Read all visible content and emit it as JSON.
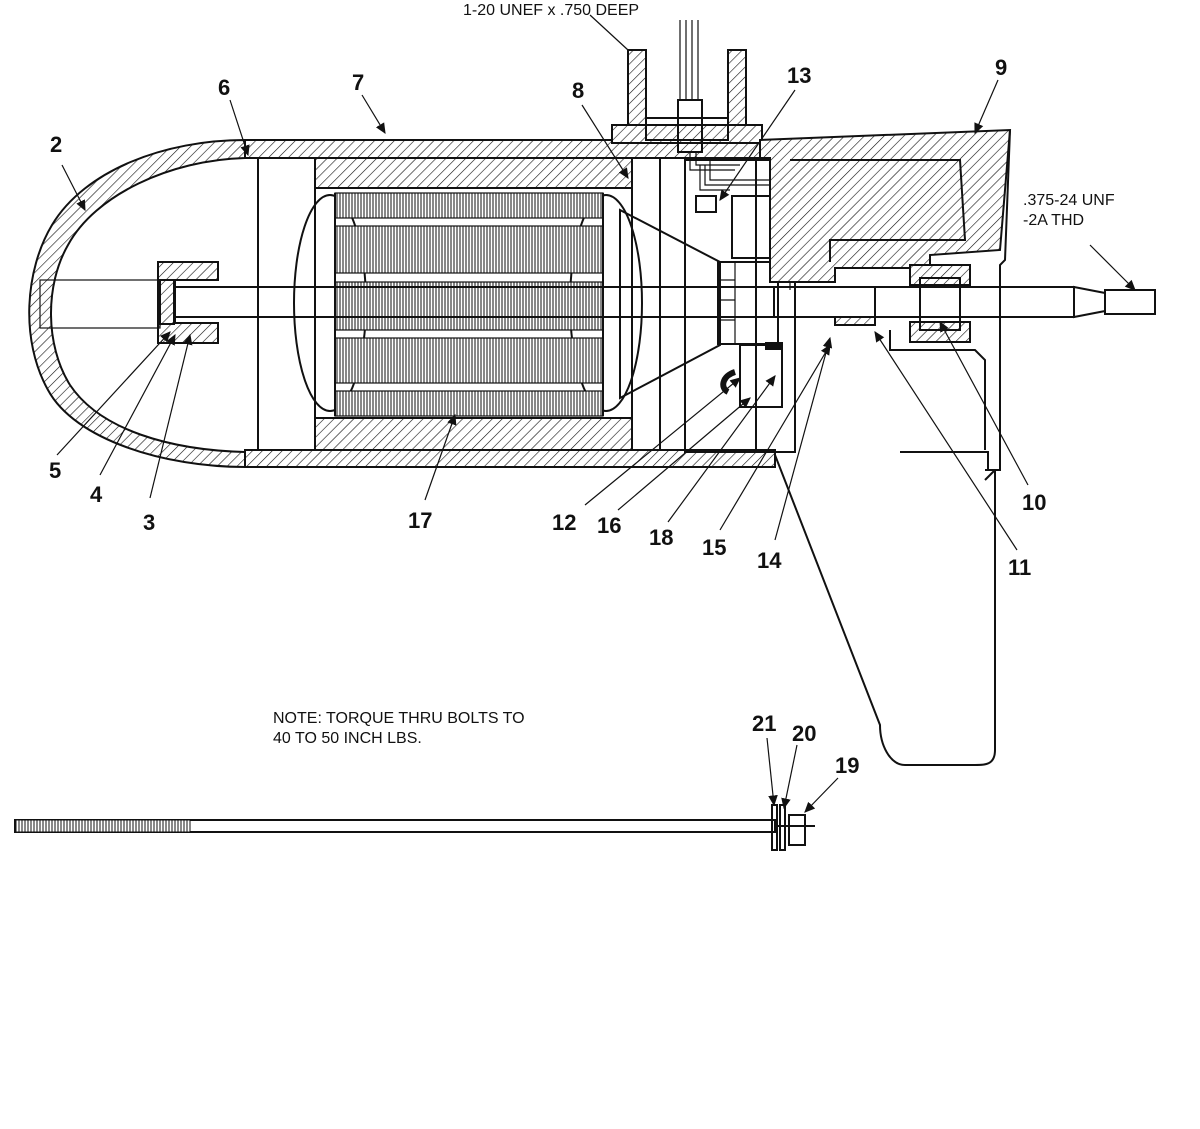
{
  "annotations": {
    "top_thread": "1-20 UNEF x .750 DEEP",
    "shaft_thread_line1": ".375-24 UNF",
    "shaft_thread_line2": "-2A THD",
    "note_line1": "NOTE: TORQUE THRU BOLTS TO",
    "note_line2": "40 TO 50 INCH LBS."
  },
  "callouts": {
    "c2": "2",
    "c3": "3",
    "c4": "4",
    "c5": "5",
    "c6": "6",
    "c7": "7",
    "c8": "8",
    "c9": "9",
    "c10": "10",
    "c11": "11",
    "c12": "12",
    "c13": "13",
    "c14": "14",
    "c15": "15",
    "c16": "16",
    "c17": "17",
    "c18": "18",
    "c19": "19",
    "c20": "20",
    "c21": "21"
  }
}
